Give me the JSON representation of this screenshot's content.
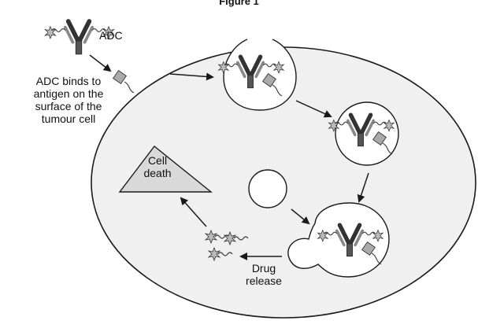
{
  "figure": {
    "title": "Figure 1",
    "adc_label": "ADC",
    "binds_label": [
      "ADC binds to",
      "antigen on the",
      "surface of the",
      "tumour cell"
    ],
    "cell_death_label": [
      "Cell",
      "death"
    ],
    "drug_release_label": [
      "Drug",
      "release"
    ]
  },
  "colors": {
    "outline": "#1a1a1a",
    "cell_fill": "#f0f0f0",
    "vesicle_fill": "#ffffff",
    "triangle_fill": "#d9d9d9",
    "antibody_dark": "#555555",
    "antibody_light": "#aaaaaa",
    "payload": "#bbbbbb"
  }
}
